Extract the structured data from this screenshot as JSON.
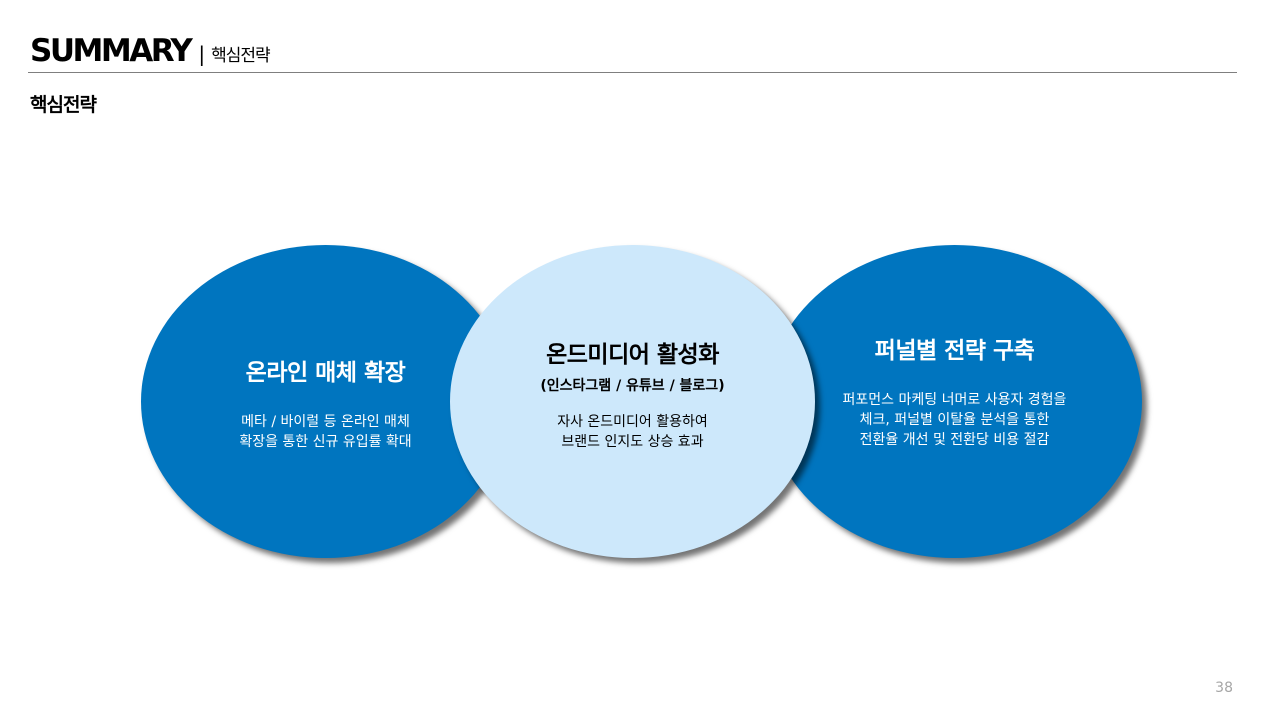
{
  "header": {
    "title": "SUMMARY",
    "separator": "|",
    "subtitle": "핵심전략"
  },
  "section_title": "핵심전략",
  "circles": [
    {
      "title": "온라인 매체 확장",
      "description": [
        "메타 / 바이럴 등 온라인 매체",
        "확장을 통한 신규 유입률 확대"
      ]
    },
    {
      "title": "온드미디어 활성화",
      "subtitle": "(인스타그램 / 유튜브 / 블로그)",
      "description": [
        "자사 온드미디어 활용하여",
        "브랜드 인지도 상승 효과"
      ]
    },
    {
      "title": "퍼널별 전략 구축",
      "description": [
        "퍼포먼스 마케팅 너머로 사용자 경험을",
        "체크, 퍼널별 이탈율 분석을 통한",
        "전환율 개선 및 전환당 비용 절감"
      ]
    }
  ],
  "page_number": "38",
  "colors": {
    "circle_dark": "#0075bf",
    "circle_light": "#cde8fb",
    "rule": "#7f7f7f"
  }
}
